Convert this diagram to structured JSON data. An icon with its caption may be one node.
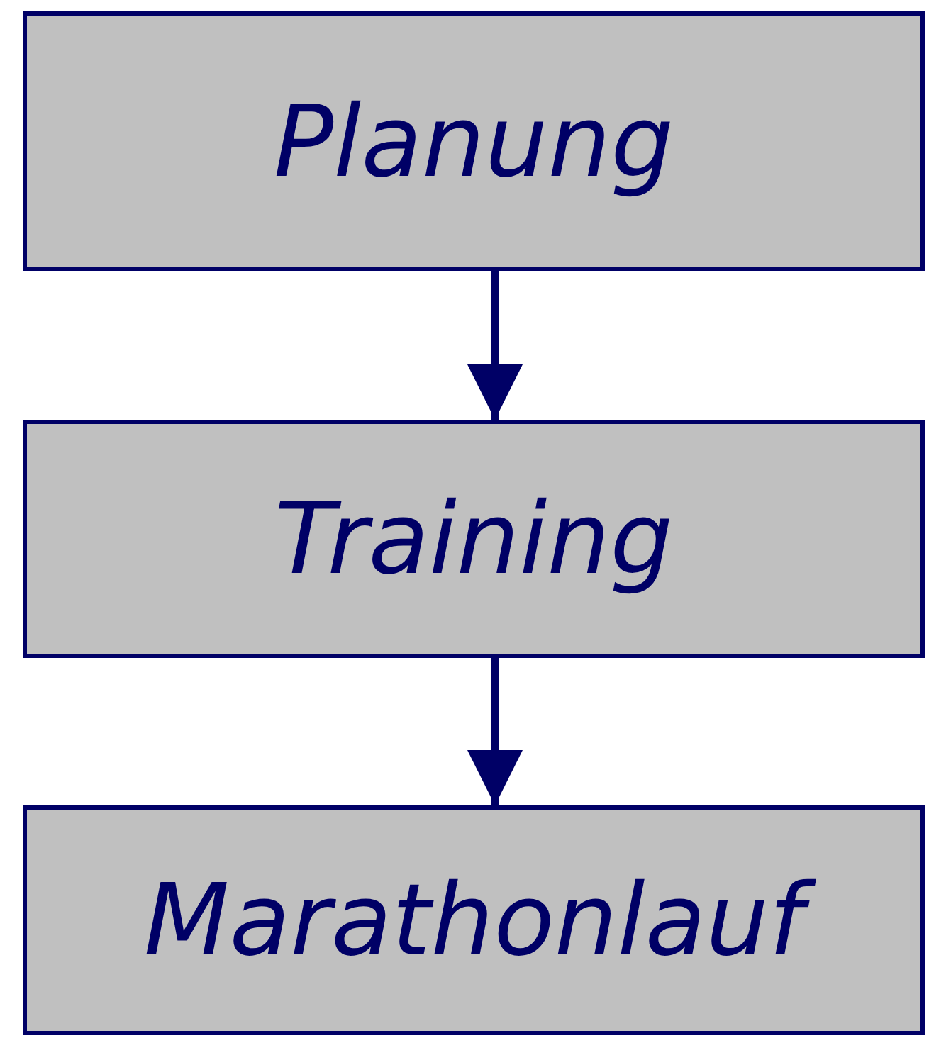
{
  "diagram": {
    "nodes": [
      {
        "text": [
          "Planung"
        ]
      },
      {
        "text": [
          "Training"
        ]
      },
      {
        "text": [
          "Marathonlauf"
        ]
      }
    ],
    "edges": [
      {
        "from": 0,
        "to": 1,
        "arrow": "to"
      },
      {
        "from": 1,
        "to": 2,
        "arrow": "to"
      }
    ]
  }
}
